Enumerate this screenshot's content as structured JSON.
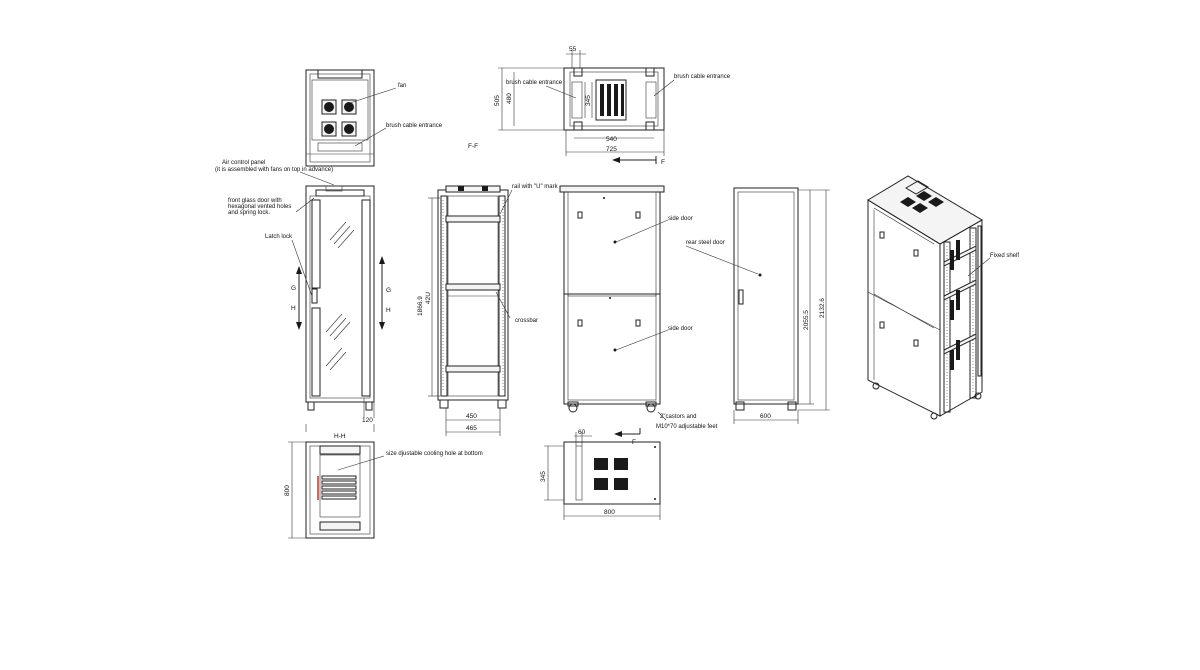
{
  "labels": {
    "fan": "fan",
    "brush_top_left": "brush cable entrance",
    "brush_cable_entrance_mid": "brush cable entrance",
    "brush_cable_entrance_right": "brush cable entrance",
    "air_control_1": "Air control panel",
    "air_control_2": "(it is assembled with fans on top in advance)",
    "front_glass_1": "front glass door with",
    "front_glass_2": "hexagonal vented holes",
    "front_glass_3": "and spring lock.",
    "latch_lock": "Latch lock",
    "rail_u": "rail with \"U\" mark",
    "crossbar": "crossbar",
    "side_door_top": "side door",
    "side_door_bottom": "side door",
    "rear_steel_door": "rear steel door",
    "castors_1": "2\"castors and",
    "castors_2": "M10*70 adjustable feet",
    "fixed_shelf": "Fixed shelf",
    "size_cooling": "size djustable cooling hole at bottom",
    "section_ff": "F-F",
    "section_hh": "H-H",
    "arrow_f_top": "F",
    "arrow_f_bottom": "F",
    "arrow_g1": "G",
    "arrow_h1": "H",
    "arrow_g2": "G",
    "arrow_h2": "H"
  },
  "dimensions": {
    "d55": "55",
    "d505": "505",
    "d480": "480",
    "d345_top": "345",
    "d540": "540",
    "d725": "725",
    "d1866": "1866.9",
    "d42u": "42U",
    "d450": "450",
    "d465": "465",
    "d120": "120",
    "d2055": "2055.5",
    "d2132": "2132.6",
    "d600": "600",
    "d800_left": "800",
    "d60": "60",
    "d345_bottom": "345",
    "d800_bottom": "800"
  }
}
